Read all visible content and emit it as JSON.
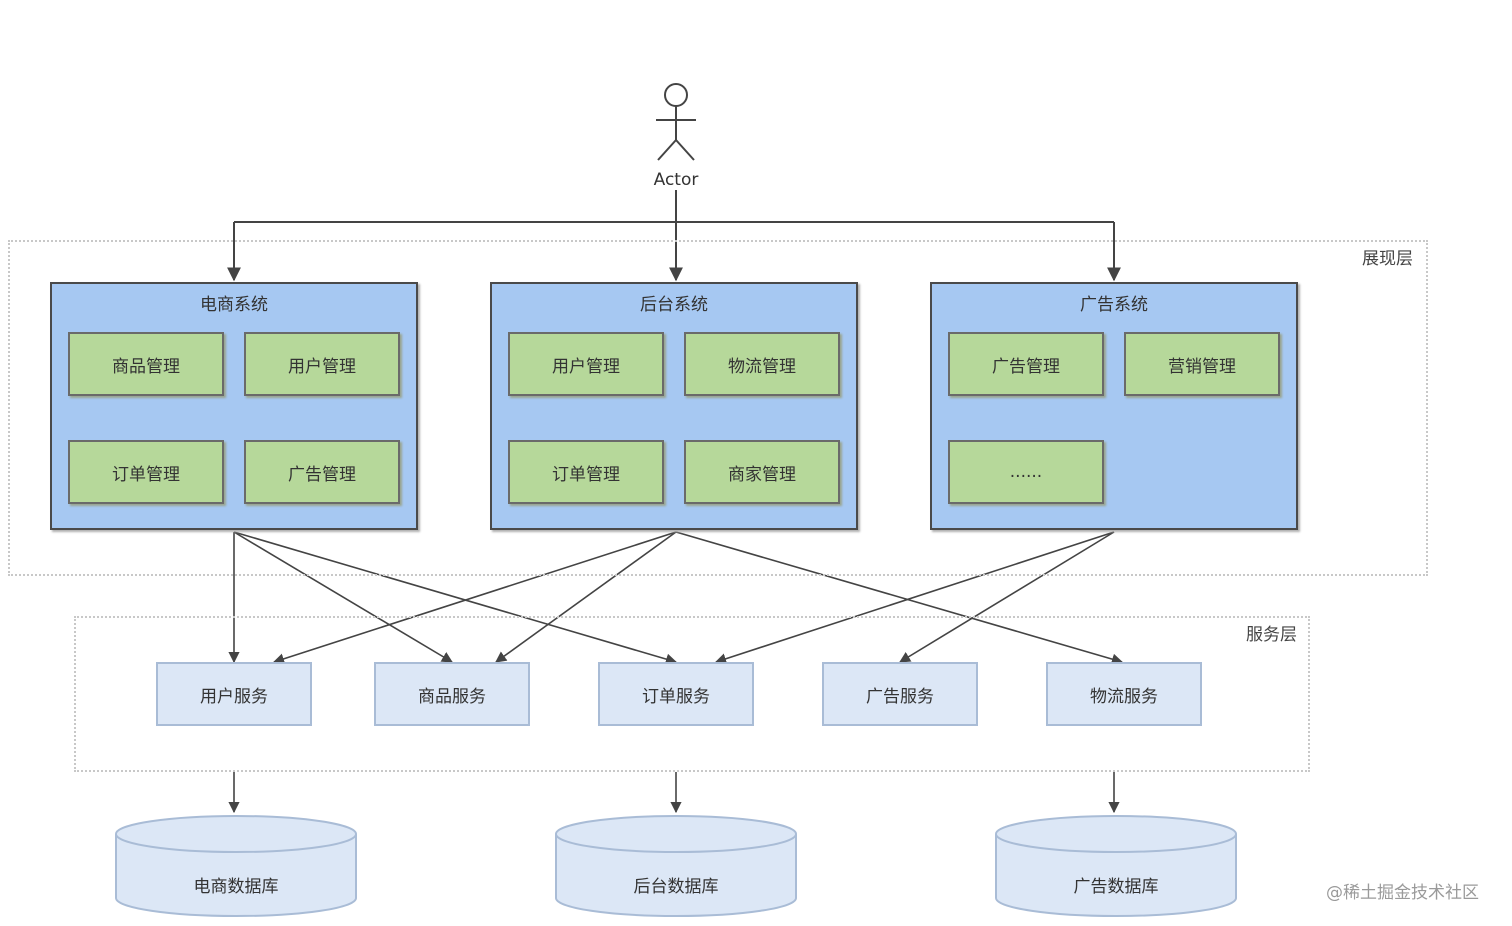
{
  "actor": {
    "label": "Actor"
  },
  "layers": {
    "presentation": {
      "label": "展现层"
    },
    "service": {
      "label": "服务层"
    }
  },
  "systems": [
    {
      "title": "电商系统",
      "modules": [
        "商品管理",
        "用户管理",
        "订单管理",
        "广告管理"
      ]
    },
    {
      "title": "后台系统",
      "modules": [
        "用户管理",
        "物流管理",
        "订单管理",
        "商家管理"
      ]
    },
    {
      "title": "广告系统",
      "modules": [
        "广告管理",
        "营销管理",
        "......"
      ]
    }
  ],
  "services": [
    "用户服务",
    "商品服务",
    "订单服务",
    "广告服务",
    "物流服务"
  ],
  "databases": [
    "电商数据库",
    "后台数据库",
    "广告数据库"
  ],
  "watermark": "@稀土掘金技术社区",
  "colors": {
    "system_fill": "#a6c8f2",
    "module_fill": "#b6d89a",
    "service_fill": "#dce7f6",
    "database_fill": "#dce7f6"
  }
}
